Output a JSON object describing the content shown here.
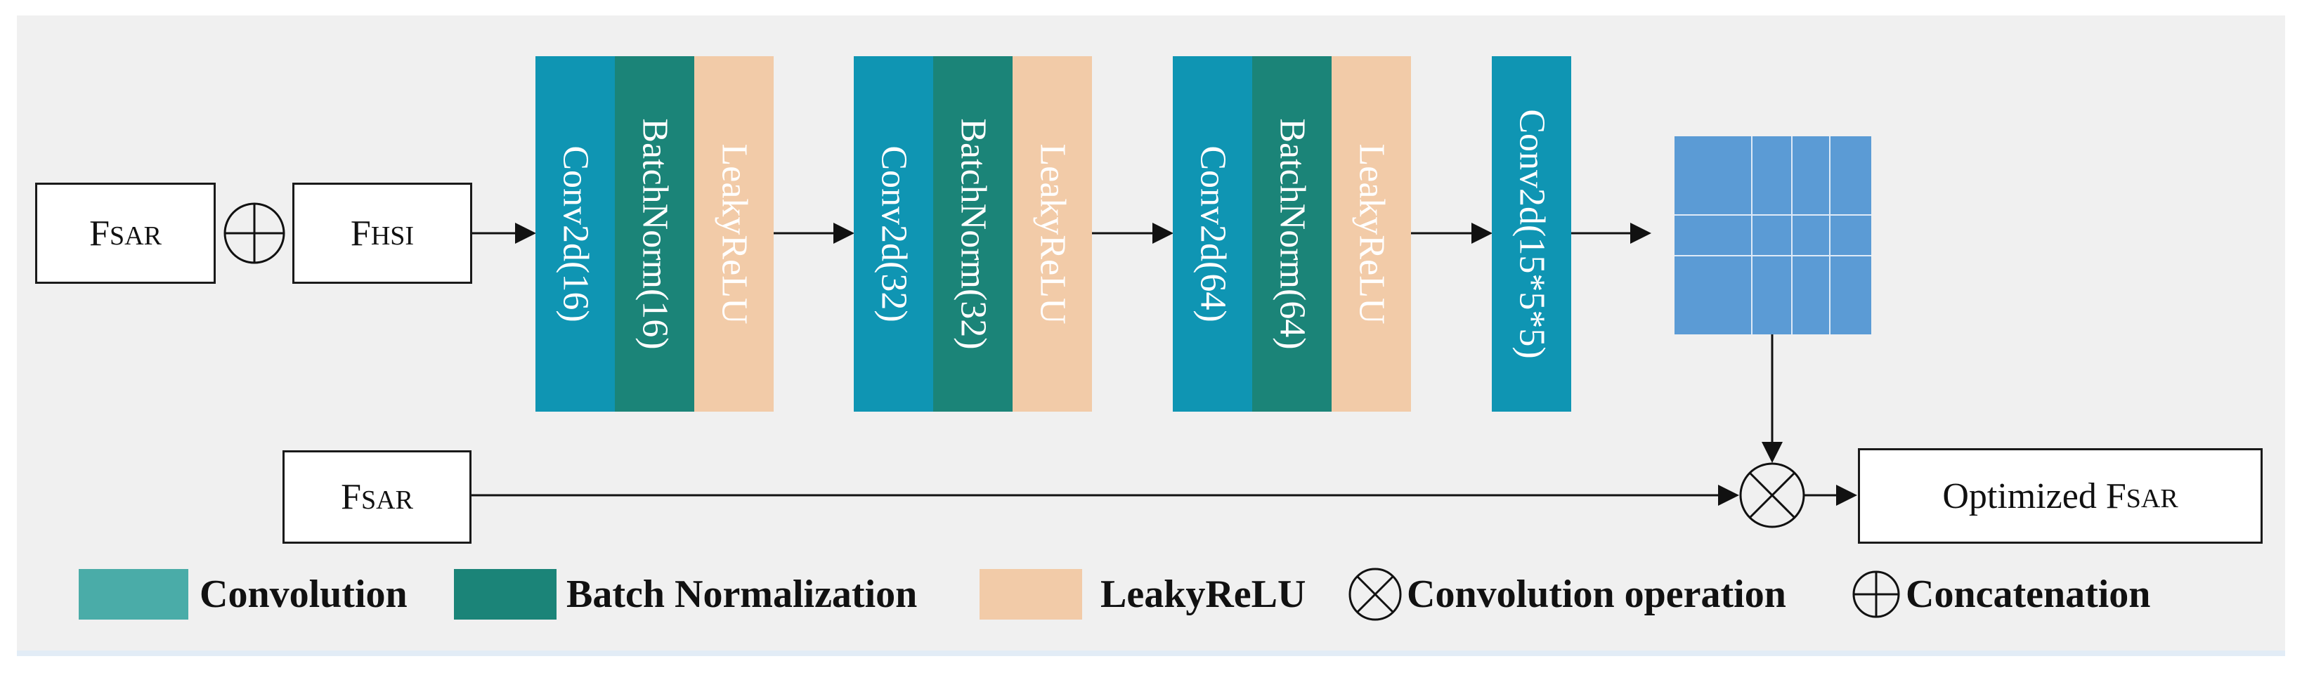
{
  "inputs": {
    "fsar_top": {
      "main": "F",
      "sub": "SAR"
    },
    "fhsi": {
      "main": "F",
      "sub": "HSI"
    },
    "fsar_bottom": {
      "main": "F",
      "sub": "SAR"
    },
    "output": {
      "main": "Optimized F",
      "sub": "SAR"
    }
  },
  "blocks": [
    {
      "conv": "Conv2d(16)",
      "bn": "BatchNorm(16)",
      "act": "LeakyReLU"
    },
    {
      "conv": "Conv2d(32)",
      "bn": "BatchNorm(32)",
      "act": "LeakyReLU"
    },
    {
      "conv": "Conv2d(64)",
      "bn": "BatchNorm(64)",
      "act": "LeakyReLU"
    }
  ],
  "final_conv": "Conv2d(15*5*5)",
  "legend": {
    "convolution": "Convolution",
    "batch_norm": "Batch Normalization",
    "leaky_relu": "LeakyReLU",
    "conv_operation": "Convolution operation",
    "concatenation": "Concatenation"
  },
  "colors": {
    "conv": "#0f95b3",
    "bn": "#1b8478",
    "lrelu": "#f2cba8",
    "legend_conv": "#4aaca8",
    "legend_bn": "#1b8478",
    "legend_lrelu": "#f2cba8",
    "grid": "#5b9bd5",
    "panel": "#f0f0f0"
  }
}
